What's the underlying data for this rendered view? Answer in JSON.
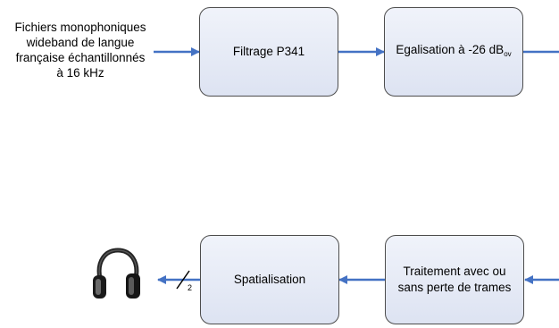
{
  "source": {
    "lines": [
      "Fichiers monophoniques",
      "wideband de langue",
      "française échantillonnés",
      "à 16 kHz"
    ]
  },
  "blocks": {
    "filtrage": "Filtrage P341",
    "egalisation": {
      "text": "Egalisation à -26 dB",
      "subscript": "ov"
    },
    "traitement": [
      "Traitement avec ou",
      "sans perte de trames"
    ],
    "spatialisation": "Spatialisation"
  },
  "output": {
    "channel_count": "2",
    "device_icon": "headphones-icon"
  },
  "colors": {
    "arrow": "#4472c4",
    "box_border": "#4d4d4d",
    "box_fill_top": "#f0f3fa",
    "box_fill_bottom": "#dde3f2"
  }
}
